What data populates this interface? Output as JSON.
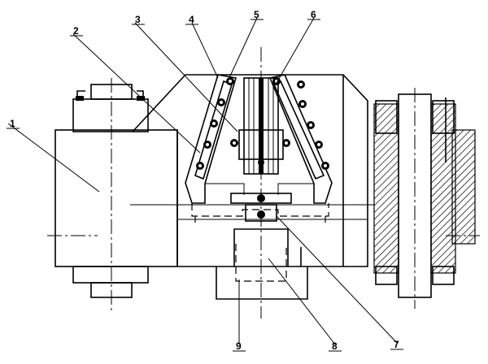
{
  "callouts": [
    {
      "id": "part-1",
      "label": "1"
    },
    {
      "id": "part-2",
      "label": "2"
    },
    {
      "id": "part-3",
      "label": "3"
    },
    {
      "id": "part-4",
      "label": "4"
    },
    {
      "id": "part-5",
      "label": "5"
    },
    {
      "id": "part-6",
      "label": "6"
    },
    {
      "id": "part-7",
      "label": "7"
    },
    {
      "id": "part-8",
      "label": "8"
    },
    {
      "id": "part-9",
      "label": "9"
    }
  ]
}
